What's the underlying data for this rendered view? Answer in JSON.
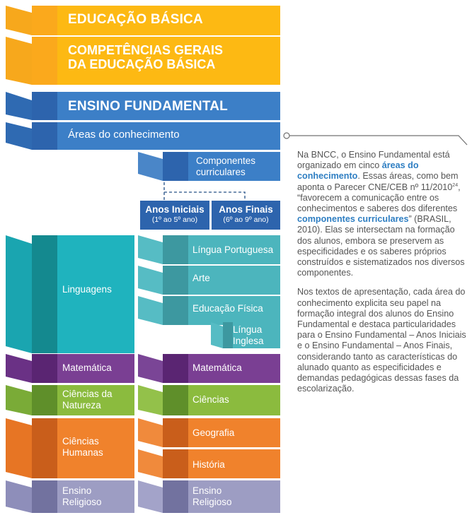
{
  "header": {
    "educacao_basica": "EDUCAÇÃO BÁSICA",
    "competencias_line1": "COMPETÊNCIAS GERAIS",
    "competencias_line2": "DA EDUCAÇÃO BÁSICA",
    "ensino_fundamental": "ENSINO FUNDAMENTAL",
    "areas": "Áreas do conhecimento"
  },
  "componentes": {
    "line1": "Componentes",
    "line2": "curriculares"
  },
  "anos": {
    "iniciais_title": "Anos Iniciais",
    "iniciais_sub": "(1º ao 5º ano)",
    "finais_title": "Anos Finais",
    "finais_sub": "(6º ao 9º ano)"
  },
  "areas_list": {
    "linguagens": "Linguagens",
    "matematica": "Matemática",
    "ciencias_natureza_1": "Ciências da",
    "ciencias_natureza_2": "Natureza",
    "ciencias_humanas_1": "Ciências",
    "ciencias_humanas_2": "Humanas",
    "ensino_religioso_1": "Ensino",
    "ensino_religioso_2": "Religioso"
  },
  "components_list": {
    "lingua_portuguesa": "Língua Portuguesa",
    "arte": "Arte",
    "educacao_fisica": "Educação Física",
    "lingua_inglesa_1": "Língua",
    "lingua_inglesa_2": "Inglesa",
    "matematica": "Matemática",
    "ciencias": "Ciências",
    "geografia": "Geografia",
    "historia": "História",
    "ensino_religioso_1": "Ensino",
    "ensino_religioso_2": "Religioso"
  },
  "sidebar": {
    "p1_a": "Na BNCC, o Ensino Fundamental está organizado em cinco",
    "p1_b": "áreas do conhecimento",
    "p1_c": ". Essas áreas, como bem aponta o Parecer CNE/CEB nº 11/2010",
    "p1_sup": "24",
    "p1_d": ", “favorecem a comunicação entre os conhecimentos e saberes dos diferentes",
    "p1_e": "componentes curriculares",
    "p1_f": "” (BRASIL, 2010). Elas se intersectam na formação dos alunos, embora se preservem as especificidades e os saberes próprios construídos e sistematizados nos diversos componentes.",
    "p2": "Nos textos de apresentação, cada área do conhecimento explicita seu papel na formação integral dos alunos do Ensino Fundamental e destaca particularidades para o Ensino Fundamental – Anos Iniciais e o Ensino Fundamental – Anos Finais, considerando tanto as características do alunado quanto as especificidades e demandas pedagógicas dessas fases da escolarização."
  },
  "colors": {
    "yellow": "#fdb913",
    "blue": "#3c7fc7",
    "teal": "#1fb3be",
    "purple": "#7a3f93",
    "green": "#8bbb3e",
    "orange": "#f0822c",
    "lavender": "#9d9dc3"
  }
}
